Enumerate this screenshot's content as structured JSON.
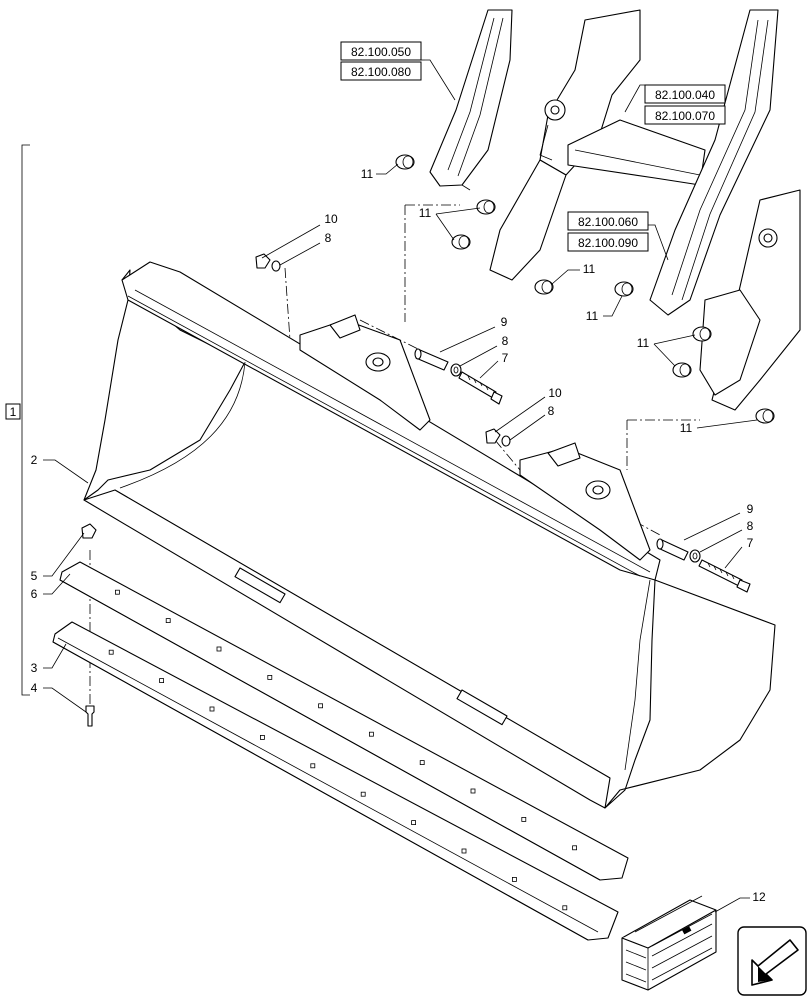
{
  "references": {
    "ref_050": "82.100.050",
    "ref_080": "82.100.080",
    "ref_040": "82.100.040",
    "ref_070": "82.100.070",
    "ref_060": "82.100.060",
    "ref_090": "82.100.090"
  },
  "callouts": {
    "c1": "1",
    "c2": "2",
    "c3": "3",
    "c4": "4",
    "c5": "5",
    "c6": "6",
    "c7": "7",
    "c8": "8",
    "c9": "9",
    "c10": "10",
    "c11": "11",
    "c12": "12"
  }
}
